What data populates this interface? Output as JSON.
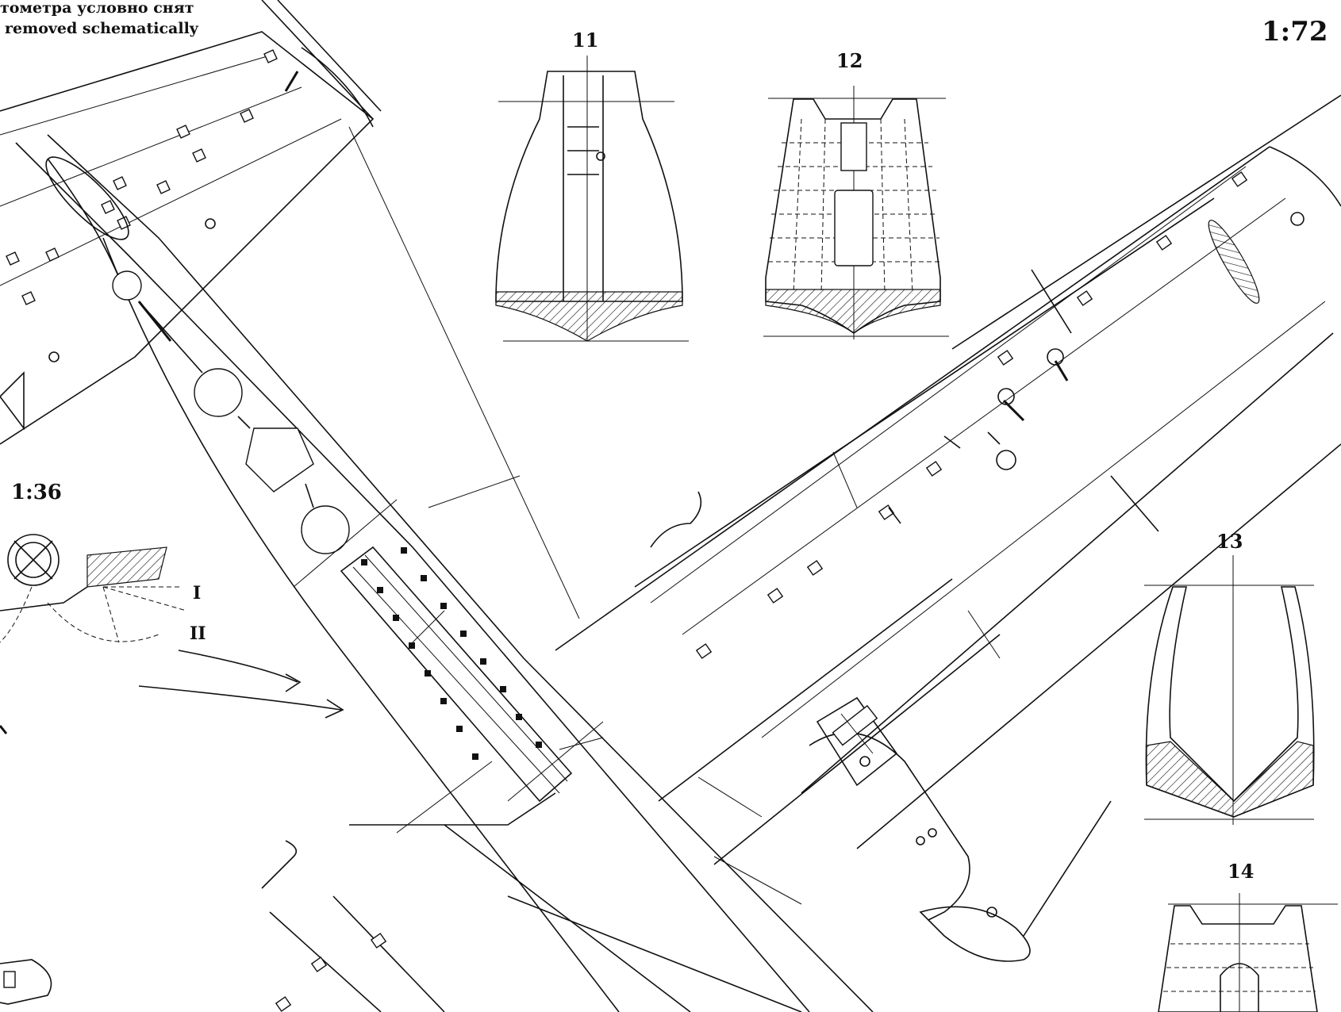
{
  "note": {
    "line1": "тометра условно снят",
    "line2": "removed schematically"
  },
  "scales": {
    "main": "1:72",
    "detail": "1:36"
  },
  "details": {
    "d11": "11",
    "d12": "12",
    "d13": "13",
    "d14": "14"
  },
  "positions": {
    "p1": "I",
    "p2": "II"
  }
}
